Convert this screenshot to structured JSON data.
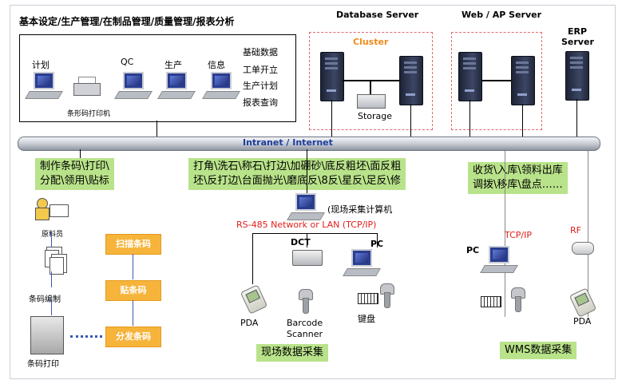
{
  "header": {
    "title": "基本设定/生产管理/在制品管理/质量管理/报表分析"
  },
  "top_left": {
    "stations": [
      {
        "label": "计划"
      },
      {
        "label": "QC"
      },
      {
        "label": "生产"
      },
      {
        "label": "信息"
      }
    ],
    "printer_label": "条形码打印机",
    "functions": [
      "基础数据",
      "工单开立",
      "生产计划",
      "报表查询"
    ]
  },
  "servers": {
    "database": "Database Server",
    "cluster": "Cluster",
    "storage": "Storage",
    "web": "Web / AP Server",
    "erp_line1": "ERP",
    "erp_line2": "Server"
  },
  "network": {
    "bus_label": "Intranet / Internet"
  },
  "left_section": {
    "note_line1": "制作条码\\打印\\",
    "note_line2": "分配\\领用\\贴标",
    "person_label": "原料员",
    "doc_label": "条码编制",
    "printer_label": "条码打印",
    "steps": [
      "扫描条码",
      "贴条码",
      "分发条码"
    ]
  },
  "middle_section": {
    "note_line1": "打角\\洗石\\称石\\打边\\加硼砂\\底反粗坯\\面反粗",
    "note_line2": "坯\\反打边\\台面抛光\\磨底反\\8反\\星反\\足反\\修",
    "pc_label": "(现场采集计算机",
    "protocol": "RS-485 Network  or LAN (TCP/IP)",
    "dct_label": "DCT",
    "pc2_label": "PC",
    "pda_label": "PDA",
    "scanner_line1": "Barcode",
    "scanner_line2": "Scanner",
    "keyboard_label": "键盘",
    "footer": "现场数据采集"
  },
  "right_section": {
    "note_line1": "收货\\入库\\领料出库",
    "note_line2": "调拨\\移库\\盘点……",
    "pc_label": "PC",
    "tcpip": "TCP/IP",
    "rf": "RF",
    "pda_label": "PDA",
    "footer": "WMS数据采集"
  },
  "colors": {
    "accent_red": "#e0201c",
    "bus_text": "#1d3d9c",
    "green_box": "#b9e38a",
    "orange_box": "#f6b43b"
  }
}
